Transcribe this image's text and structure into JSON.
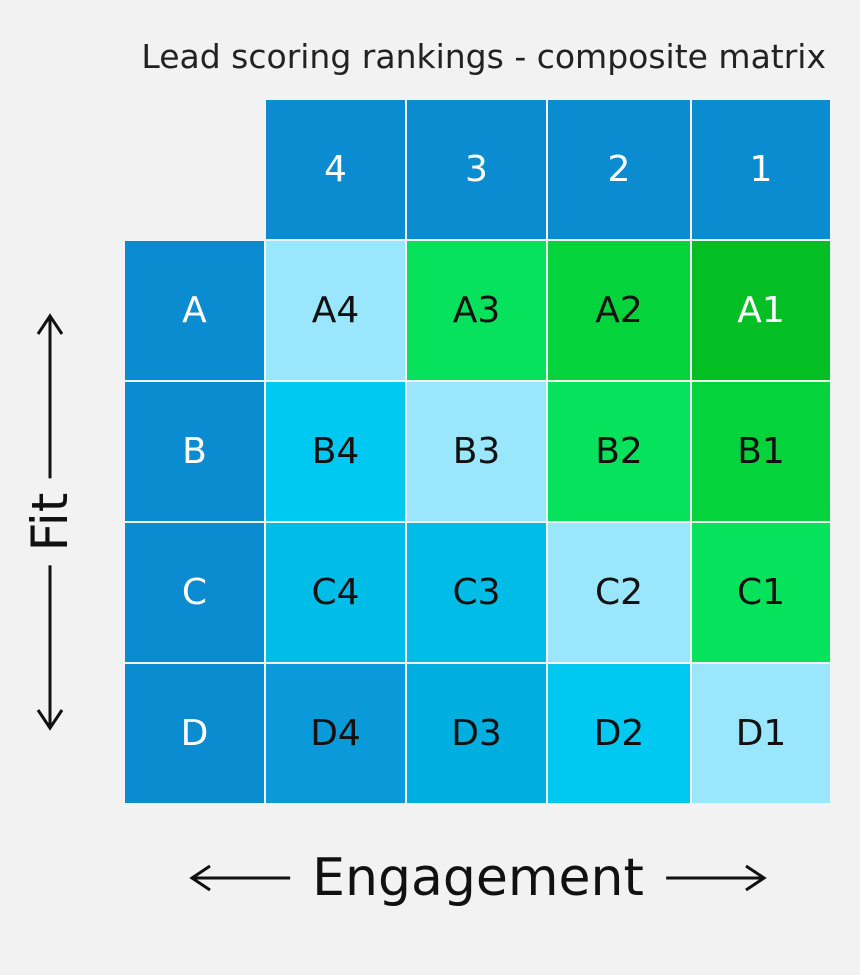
{
  "title": "Lead scoring rankings - composite matrix",
  "axes": {
    "fit_label": "Fit",
    "engagement_label": "Engagement"
  },
  "columns": [
    "4",
    "3",
    "2",
    "1"
  ],
  "rows": [
    "A",
    "B",
    "C",
    "D"
  ],
  "cells": [
    [
      "A4",
      "A3",
      "A2",
      "A1"
    ],
    [
      "B4",
      "B3",
      "B2",
      "B1"
    ],
    [
      "C4",
      "C3",
      "C2",
      "C1"
    ],
    [
      "D4",
      "D3",
      "D2",
      "D1"
    ]
  ],
  "colors": {
    "header": "#0b8bd0",
    "darkest_green": "#04bf24",
    "green": "#05d33c",
    "light_green": "#06e25b",
    "pale_blue": "#9ae6fd",
    "cyan": "#00c9f1",
    "mid_cyan": "#00bde8",
    "deep_cyan": "#00afdf",
    "blue": "#0a9ad9"
  }
}
